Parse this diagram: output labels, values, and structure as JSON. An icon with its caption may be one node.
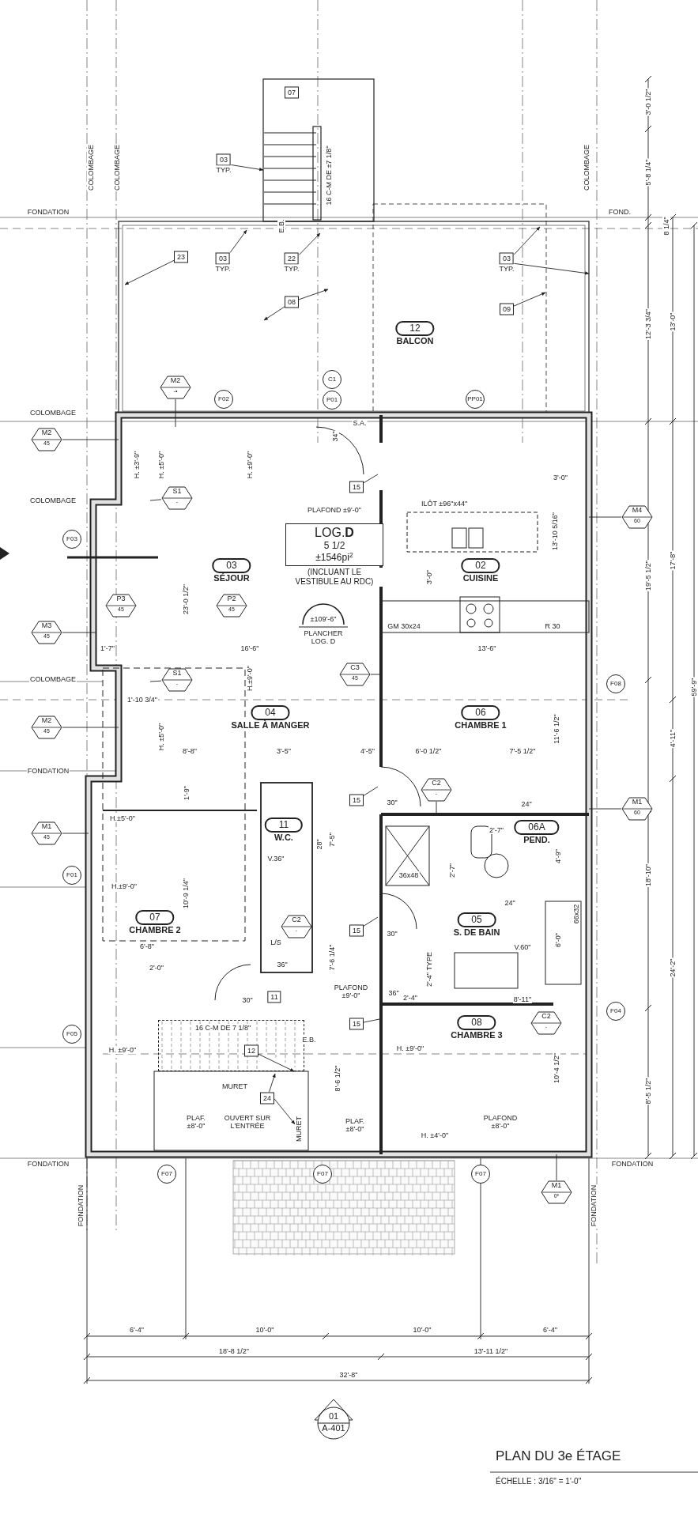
{
  "diagram": {
    "title": "PLAN DU 3e ÉTAGE",
    "caption": "ÉCHELLE : 3/16\" = 1'-0\"",
    "nodes": [
      {
        "text": [
          "07"
        ]
      },
      {
        "text": [
          "03",
          "TYP."
        ]
      },
      {
        "text": [
          "23"
        ]
      },
      {
        "text": [
          "03",
          "TYP."
        ]
      },
      {
        "text": [
          "22",
          "TYP."
        ]
      },
      {
        "text": [
          "08"
        ]
      },
      {
        "text": [
          "03",
          "TYP."
        ]
      },
      {
        "text": [
          "09"
        ]
      },
      {
        "text": [
          "12",
          "BALCON"
        ]
      },
      {
        "text": [
          "C1"
        ]
      },
      {
        "text": [
          "P01"
        ]
      },
      {
        "text": [
          "PP01"
        ]
      },
      {
        "text": [
          "M2",
          "-•"
        ]
      },
      {
        "text": [
          "F02"
        ]
      },
      {
        "text": [
          "M2",
          "45"
        ]
      },
      {
        "text": [
          "S1",
          "-"
        ]
      },
      {
        "text": [
          "15"
        ]
      },
      {
        "text": [
          "F03"
        ]
      },
      {
        "text": [
          "LOG.**D**",
          "5 1/2",
          "±1546pi$^{2}$"
        ],
        "beside": [
          "(INCLUANT LE VESTIBULE AU RDC)"
        ]
      },
      {
        "text": [
          "03",
          "SÉJOUR"
        ]
      },
      {
        "text": [
          "P2",
          "45"
        ]
      },
      {
        "text": [
          "P3",
          "45"
        ]
      },
      {
        "text": [
          "02",
          "CUISINE"
        ]
      },
      {
        "text": [
          "M4",
          "60"
        ]
      },
      {
        "text": [
          "M3",
          "45"
        ]
      },
      {
        "text": [
          "S1",
          "-"
        ]
      },
      {
        "text": [
          "C3",
          "45"
        ]
      },
      {
        "text": [
          "F08"
        ]
      },
      {
        "text": [
          "04",
          "SALLE À MANGER"
        ]
      },
      {
        "text": [
          "06",
          "CHAMBRE 1"
        ]
      },
      {
        "text": [
          "M2",
          "45"
        ]
      },
      {
        "text": [
          "15"
        ]
      },
      {
        "text": [
          "C2",
          "-"
        ]
      },
      {
        "text": [
          "M1",
          "60"
        ]
      },
      {
        "text": [
          "06A",
          "PEND."
        ]
      },
      {
        "text": [
          "M1",
          "45"
        ]
      },
      {
        "text": [
          "11",
          "W.C."
        ]
      },
      {
        "text": [
          "F01"
        ]
      },
      {
        "text": [
          "15"
        ]
      },
      {
        "text": [
          "05",
          "S. DE BAIN"
        ]
      },
      {
        "text": [
          "C2",
          "-"
        ]
      },
      {
        "text": [
          "07",
          "CHAMBRE 2"
        ]
      },
      {
        "text": [
          "11"
        ]
      },
      {
        "text": [
          "F04"
        ]
      },
      {
        "text": [
          "C2",
          "-"
        ]
      },
      {
        "text": [
          "15"
        ]
      },
      {
        "text": [
          "08",
          "CHAMBRE 3"
        ]
      },
      {
        "text": [
          "F05"
        ]
      },
      {
        "text": [],
        "shape": "box"
      },
      {
        "text": [
          "12"
        ],
        "in": 48
      },
      {
        "text": [
          "24"
        ]
      },
      {
        "text": [
          "F07"
        ]
      },
      {
        "text": [
          "F07"
        ]
      },
      {
        "text": [
          "F07"
        ]
      },
      {
        "text": [
          "M1",
          "0*"
        ]
      },
      {
        "text": [
          "01",
          "A-401"
        ]
      },
      {
        "text": [
          "MURET"
        ]
      }
    ],
    "edges": [
      {
        "from": 1,
        "to": null,
        "arrow": "to"
      },
      {
        "from": 2,
        "to": null,
        "arrow": "to"
      },
      {
        "from": 3,
        "to": null,
        "arrow": "to"
      },
      {
        "from": 4,
        "to": null,
        "arrow": "to"
      },
      {
        "from": 5,
        "to": null,
        "arrow": "to"
      },
      {
        "from": 5,
        "to": null,
        "arrow": "to"
      },
      {
        "from": 6,
        "to": null,
        "arrow": "to"
      },
      {
        "from": 6,
        "to": null,
        "arrow": "to"
      },
      {
        "from": 7,
        "to": null,
        "arrow": "to"
      },
      {
        "from": 12,
        "to": null,
        "arrow": "none"
      },
      {
        "from": 14,
        "to": null,
        "arrow": "none"
      },
      {
        "from": 15,
        "to": null,
        "arrow": "none"
      },
      {
        "from": 16,
        "to": null,
        "arrow": "none"
      },
      {
        "from": 23,
        "to": null,
        "arrow": "none"
      },
      {
        "from": 24,
        "to": null,
        "arrow": "none"
      },
      {
        "from": 25,
        "to": null,
        "arrow": "none"
      },
      {
        "from": 26,
        "to": null,
        "arrow": "none"
      },
      {
        "from": 30,
        "to": null,
        "arrow": "none"
      },
      {
        "from": 31,
        "to": null,
        "arrow": "none"
      },
      {
        "from": 32,
        "to": null,
        "arrow": "none"
      },
      {
        "from": 33,
        "to": null,
        "arrow": "none"
      },
      {
        "from": 35,
        "to": null,
        "arrow": "none"
      },
      {
        "from": 38,
        "to": null,
        "arrow": "none"
      },
      {
        "from": 45,
        "to": null,
        "arrow": "none"
      },
      {
        "from": 49,
        "to": 48,
        "arrow": "to"
      },
      {
        "from": 50,
        "to": null,
        "arrow": "to"
      },
      {
        "from": 50,
        "to": 56,
        "arrow": "to"
      },
      {
        "from": 54,
        "to": null,
        "arrow": "none"
      }
    ],
    "labels": [
      "COLOMBAGE",
      "COLOMBAGE",
      "FONDATION",
      "E.B.",
      "16 C-M DE ±7 1/8\"",
      "COLOMBAGE",
      "FOND.",
      "3'-0 1/2\"",
      "5'-8 1/4\"",
      "8 1/4\"",
      "12'-3 3/4\"",
      "13'-0\"",
      "COLOMBAGE",
      "S.A.",
      "34\"",
      "H. ±3'-9\"",
      "H. ±5'-0\"",
      "H. ±9'-0\"",
      "COLOMBAGE",
      "3'-0\"",
      "PLAFOND ±9'-0\"",
      "ILÔT ±96\"x44\"",
      "13'-10 5/16\"",
      "23'-0 1/2\"",
      "±109'-6\"",
      "PLANCHER LOG. D",
      "3'-0\"",
      "19'-5 1/2\"",
      "17'-8\"",
      "GM 30x24",
      "R 30",
      "1'-7\"",
      "16'-6\"",
      "13'-6\"",
      "COLOMBAGE",
      "H.±9'-0\"",
      "1'-10 3/4\"",
      "59'-9\"",
      "H. ±5'-0\"",
      "11'-6 1/2\"",
      "4'-11\"",
      "FONDATION",
      "8'-8\"",
      "3'-5\"",
      "4'-5\"",
      "6'-0 1/2\"",
      "7'-5 1/2\"",
      "1'-9\"",
      "30\"",
      "2'-7\"",
      "24\"",
      "H.±5'-0\"",
      "28\"",
      "7'-5\"",
      "V.36\"",
      "36x48",
      "2'-7\"",
      "4'-9\"",
      "18'-10\"",
      "H.±9'-0\"",
      "10'-9 1/4\"",
      "L/S",
      "6'-0\"",
      "66x32",
      "24\"",
      "30\"",
      "6'-8\"",
      "7'-6 1/4\"",
      "2'-4\" TYPE",
      "V.60\"",
      "24'-2\"",
      "2'-0\"",
      "36\"",
      "30\"",
      "PLAFOND ±9'-0\"",
      "36\"",
      "2'-4\"",
      "8'-11\"",
      "16 C-M DE 7 1/8\"",
      "E.B.",
      "H. ±9'-0\"",
      "H. ±9'-0\"",
      "8'-6 1/2\"",
      "10'-4 1/2\"",
      "8'-5 1/2\"",
      "MURET",
      "PLAF. ±8'-0\"",
      "OUVERT SUR L'ENTRÉE",
      "PLAF. ±8'-0\"",
      "PLAFOND ±8'-0\"",
      "H. ±4'-0\"",
      "FONDATION",
      "FONDATION",
      "FONDATION",
      "FONDATION",
      "6'-4\"",
      "10'-0\"",
      "10'-0\"",
      "6'-4\"",
      "18'-8 1/2\"",
      "13'-11 1/2\"",
      "32'-8\""
    ]
  }
}
